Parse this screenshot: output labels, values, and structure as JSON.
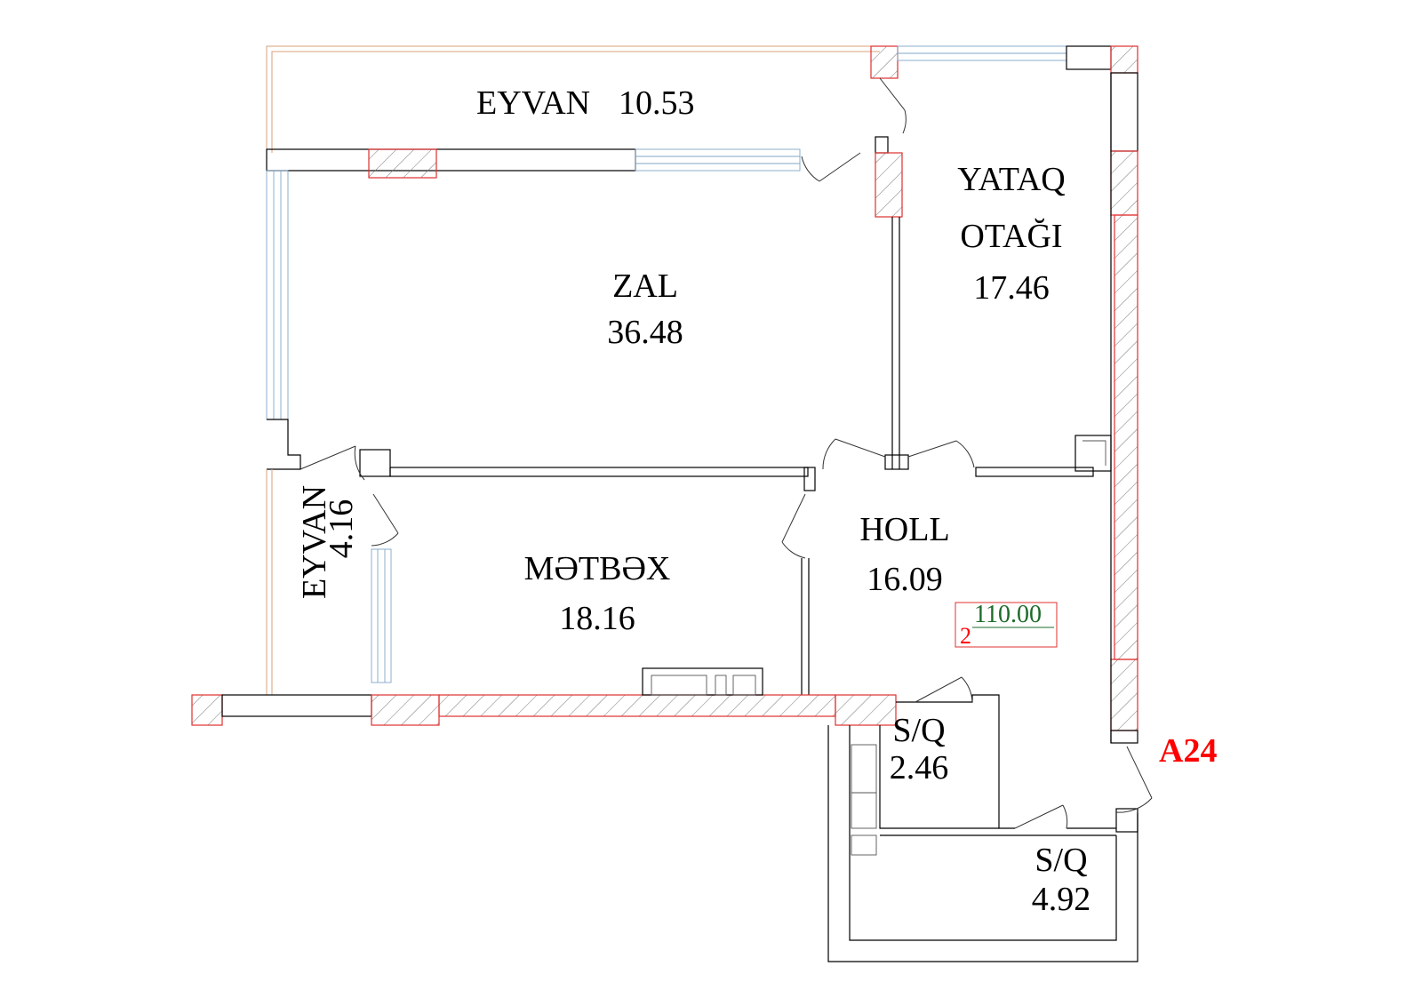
{
  "rooms": {
    "eyvan_top": {
      "name": "EYVAN",
      "area": "10.53"
    },
    "zal": {
      "name": "ZAL",
      "area": "36.48"
    },
    "yataq": {
      "name_line1": "YATAQ",
      "name_line2": "OTAĞI",
      "area": "17.46"
    },
    "eyvan_side": {
      "name": "EYVAN",
      "area": "4.16"
    },
    "metbex": {
      "name": "MƏTBƏX",
      "area": "18.16"
    },
    "holl": {
      "name": "HOLL",
      "area": "16.09"
    },
    "sq1": {
      "name": "S/Q",
      "area": "2.46"
    },
    "sq2": {
      "name": "S/Q",
      "area": "4.92"
    }
  },
  "summary": {
    "rooms_count": "2",
    "total_area": "110.00"
  },
  "apartment_code": "A24",
  "colors": {
    "wall_hatch": "#e03030",
    "code": "#ff0000",
    "total_area": "#1d6b2a",
    "room_count": "#ff0000"
  }
}
